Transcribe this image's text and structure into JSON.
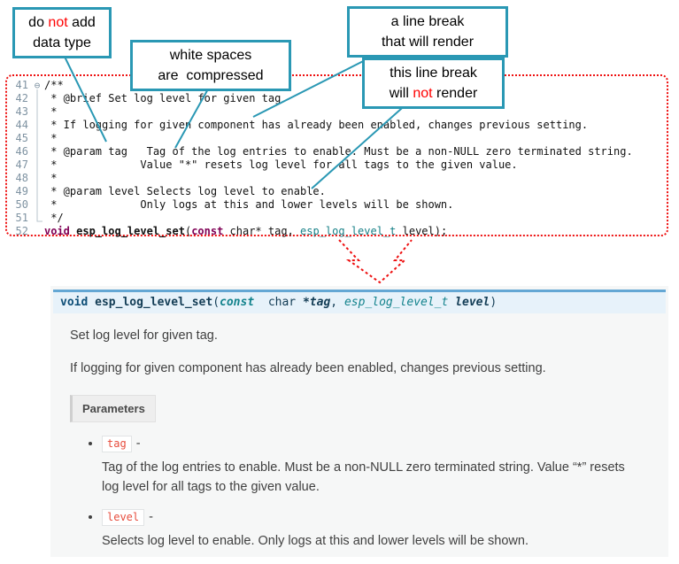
{
  "colors": {
    "callout_border": "#2a98b4",
    "annotation_line": "#2a98b4",
    "dotted_border_red": "#ee1111",
    "highlight_red": "#ff0000",
    "comment_text": "#50788c",
    "keyword_purple": "#7f0055",
    "type_teal": "#178087",
    "signature_bg": "#e7f2fa",
    "signature_border": "#64a7d4",
    "literal_red": "#e74c3c"
  },
  "callouts": {
    "no_datatype": {
      "line1_a": "do ",
      "line1_b": "not",
      "line1_c": " add",
      "line2": "data type"
    },
    "whitespace": {
      "line1": "white spaces",
      "line2": "are  compressed"
    },
    "break_render": {
      "line1": "a line break",
      "line2": "that will render"
    },
    "break_norender": {
      "line1": "this line break",
      "line2_a": "will ",
      "line2_b": "not",
      "line2_c": " render"
    }
  },
  "editor": {
    "fold_icon": "⊖",
    "lines": [
      {
        "num": "41",
        "text": "/**"
      },
      {
        "num": "42",
        "text": " * @brief Set log level for given tag"
      },
      {
        "num": "43",
        "text": " *"
      },
      {
        "num": "44",
        "text": " * If logging for given component has already been enabled, changes previous setting."
      },
      {
        "num": "45",
        "text": " *"
      },
      {
        "num": "46",
        "text": " * @param tag   Tag of the log entries to enable. Must be a non-NULL zero terminated string."
      },
      {
        "num": "47",
        "text": " *             Value \"*\" resets log level for all tags to the given value."
      },
      {
        "num": "48",
        "text": " *"
      },
      {
        "num": "49",
        "text": " * @param level Selects log level to enable."
      },
      {
        "num": "50",
        "text": " *             Only logs at this and lower levels will be shown."
      },
      {
        "num": "51",
        "text": " */"
      },
      {
        "num": "52",
        "code": {
          "kw1": "void ",
          "name": "esp_log_level_set",
          "p1": "(",
          "kw2": "const",
          "mid": " char* tag, ",
          "type": "esp_log_level_t",
          "end": " level);"
        }
      }
    ]
  },
  "docs": {
    "signature": {
      "kw": "void ",
      "name": "esp_log_level_set",
      "open": "(",
      "const_kw": "const",
      "char_part": "  char ",
      "pointer_arg": "*tag",
      "comma": ", ",
      "type2": "esp_log_level_t",
      "arg2": " level",
      "close": ")"
    },
    "brief": "Set log level for given tag.",
    "detail": "If logging for given component has already been enabled, changes previous setting.",
    "parameters_label": "Parameters",
    "params": [
      {
        "name": "tag",
        "dash": "-",
        "desc": "Tag of the log entries to enable. Must be a non-NULL zero terminated string. Value “*” resets log level for all tags to the given value."
      },
      {
        "name": "level",
        "dash": "-",
        "desc": "Selects log level to enable. Only logs at this and lower levels will be shown."
      }
    ]
  }
}
